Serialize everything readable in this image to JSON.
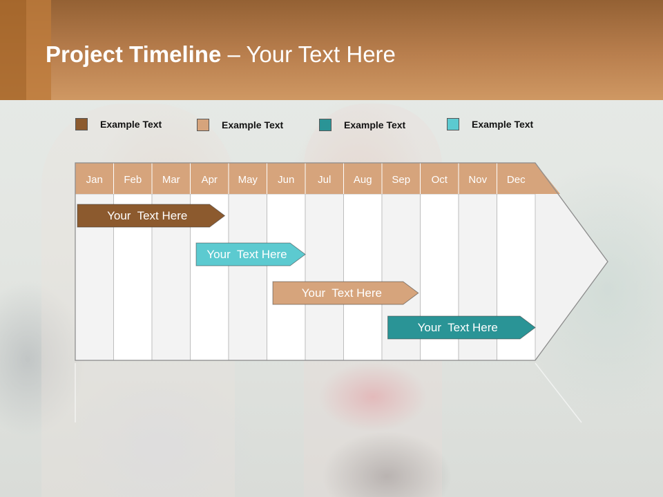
{
  "title": {
    "bold": "Project Timeline",
    "rest": " – Your Text Here"
  },
  "legend": [
    {
      "label": "Example Text",
      "color": "#8c5a2e"
    },
    {
      "label": "Example Text",
      "color": "#d6a47c"
    },
    {
      "label": "Example Text",
      "color": "#2a9496"
    },
    {
      "label": "Example Text",
      "color": "#5ccad0"
    }
  ],
  "months": [
    "Jan",
    "Feb",
    "Mar",
    "Apr",
    "May",
    "Jun",
    "Jul",
    "Aug",
    "Sep",
    "Oct",
    "Nov",
    "Dec"
  ],
  "tasks": [
    {
      "label": "Your  Text Here",
      "start": 0,
      "end": 3.9,
      "color": "#8c5a2e"
    },
    {
      "label": "Your  Text Here",
      "start": 3.1,
      "end": 6.0,
      "color": "#5ccad0"
    },
    {
      "label": "Your  Text Here",
      "start": 5.1,
      "end": 8.95,
      "color": "#d6a47c"
    },
    {
      "label": "Your  Text Here",
      "start": 8.1,
      "end": 12.0,
      "color": "#2a9496"
    }
  ],
  "colors": {
    "header_band": "#cf9863",
    "month_header": "#d6a47c",
    "column_light": "#f3f3f3",
    "column_white": "#ffffff"
  }
}
